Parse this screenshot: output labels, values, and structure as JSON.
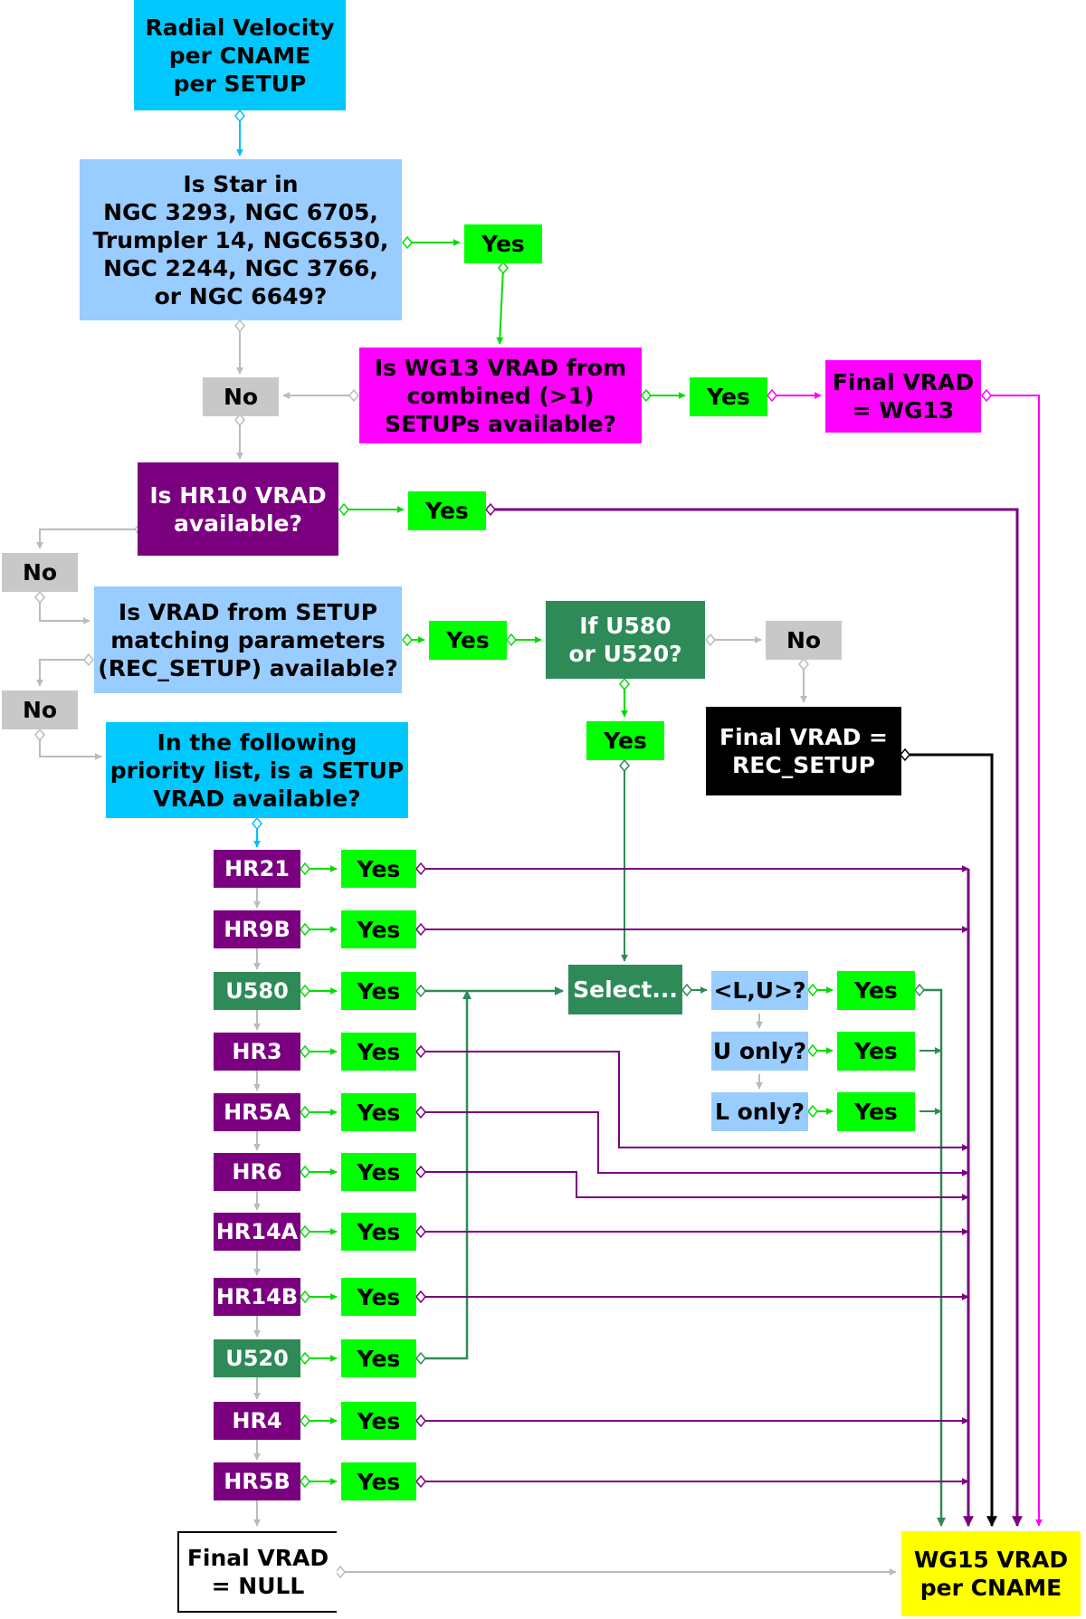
{
  "colors": {
    "cyan": "#00c8ff",
    "light_blue": "#99ccff",
    "magenta": "#ff00ff",
    "purple": "#7a0080",
    "dark_green": "#2e8b57",
    "bright_green": "#00ff00",
    "gray": "#c8c8c8",
    "black": "#000000",
    "yellow": "#ffff00",
    "arrow_purple": "#7a0080",
    "arrow_green": "#00dd00",
    "arrow_gray": "#bbbbbb",
    "arrow_cyan": "#00bfff",
    "arrow_magenta": "#ff00ff",
    "arrow_darkgreen": "#2e8b57"
  },
  "nodes": {
    "start": "Radial Velocity\nper CNAME\nper SETUP",
    "q_cluster": "Is Star in\nNGC 3293, NGC 6705,\nTrumpler 14, NGC6530,\nNGC 2244, NGC 3766,\nor NGC 6649?",
    "yes_cluster": "Yes",
    "q_wg13": "Is WG13 VRAD from\ncombined (>1)\nSETUPs available?",
    "no_wg13": "No",
    "yes_wg13": "Yes",
    "final_wg13": "Final VRAD\n= WG13",
    "q_hr10": "Is HR10 VRAD\navailable?",
    "yes_hr10": "Yes",
    "no_hr10": "No",
    "q_rec": "Is VRAD from SETUP\nmatching parameters\n(REC_SETUP) available?",
    "yes_rec": "Yes",
    "q_u580u520": "If U580\nor U520?",
    "no_u580u520": "No",
    "yes_u580u520": "Yes",
    "final_rec": "Final VRAD =\nREC_SETUP",
    "no_rec": "No",
    "q_priority": "In the following\npriority list, is a SETUP\nVRAD available?",
    "select": "Select...",
    "q_lu": "<L,U>?",
    "yes_lu": "Yes",
    "q_uonly": "U only?",
    "yes_uonly": "Yes",
    "q_lonly": "L only?",
    "yes_lonly": "Yes",
    "final_null": "Final VRAD\n= NULL",
    "end": "WG15 VRAD\nper CNAME"
  },
  "priority_list": [
    {
      "setup": "HR21",
      "yes": "Yes"
    },
    {
      "setup": "HR9B",
      "yes": "Yes"
    },
    {
      "setup": "U580",
      "yes": "Yes"
    },
    {
      "setup": "HR3",
      "yes": "Yes"
    },
    {
      "setup": "HR5A",
      "yes": "Yes"
    },
    {
      "setup": "HR6",
      "yes": "Yes"
    },
    {
      "setup": "HR14A",
      "yes": "Yes"
    },
    {
      "setup": "HR14B",
      "yes": "Yes"
    },
    {
      "setup": "U520",
      "yes": "Yes"
    },
    {
      "setup": "HR4",
      "yes": "Yes"
    },
    {
      "setup": "HR5B",
      "yes": "Yes"
    }
  ]
}
